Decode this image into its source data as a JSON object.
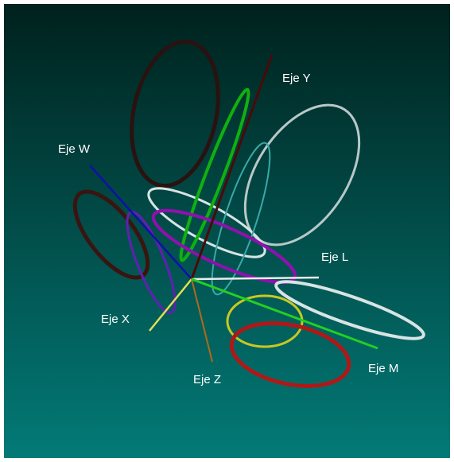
{
  "scene": {
    "background_top": "#00211d",
    "background_bottom": "#037a77",
    "axes": [
      {
        "id": "w",
        "label": "Eje W",
        "color": "#1010a8"
      },
      {
        "id": "y",
        "label": "Eje Y",
        "color": "#4a0a08"
      },
      {
        "id": "l",
        "label": "Eje L",
        "color": "#ececec"
      },
      {
        "id": "x",
        "label": "Eje X",
        "color": "#e0e050"
      },
      {
        "id": "z",
        "label": "Eje Z",
        "color": "#b06a18"
      },
      {
        "id": "m",
        "label": "Eje M",
        "color": "#22d022"
      }
    ],
    "rings": [
      {
        "name": "dark-brown-top",
        "color": "#2a1210"
      },
      {
        "name": "light-gray-right",
        "color": "#b8c8c8"
      },
      {
        "name": "white-center",
        "color": "#d8e4e4"
      },
      {
        "name": "cyan",
        "color": "#3aa8a8"
      },
      {
        "name": "green",
        "color": "#10b010"
      },
      {
        "name": "dark-red-left",
        "color": "#3a1410"
      },
      {
        "name": "violet",
        "color": "#6020b0"
      },
      {
        "name": "magenta",
        "color": "#9010b0"
      },
      {
        "name": "white-lower-right",
        "color": "#d8e4e4"
      },
      {
        "name": "yellow",
        "color": "#c8c820"
      },
      {
        "name": "red",
        "color": "#b01818"
      }
    ]
  }
}
